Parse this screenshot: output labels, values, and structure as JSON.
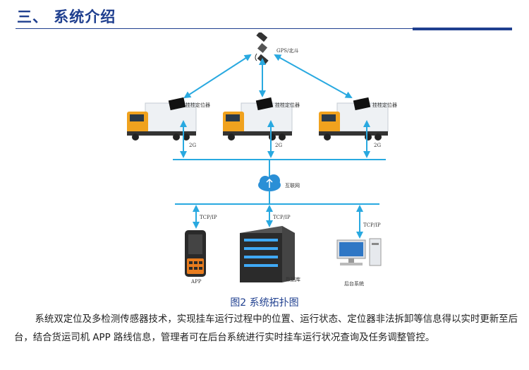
{
  "header": {
    "title": "三、 系统介绍"
  },
  "diagram": {
    "satellite_label": "GPS/北斗",
    "tracker_label": "挂桂定位器",
    "link_2g_label": "2G",
    "cloud_label": "互联网",
    "tcp_label": "TCP/IP",
    "app_label": "APP",
    "server_label": "数据库",
    "backend_label": "后台系统"
  },
  "caption": "图2 系统拓扑图",
  "paragraph": "系统双定位及多检测传感器技术，实现挂车运行过程中的位置、运行状态、定位器非法拆卸等信息得以实时更新至后台，结合货运司机 APP 路线信息，管理者可在后台系统进行实时挂车运行状况查询及任务调整管控。",
  "colors": {
    "accent": "#1f3f8f",
    "link": "#29a9e0",
    "truck_cab": "#f0a21e"
  }
}
